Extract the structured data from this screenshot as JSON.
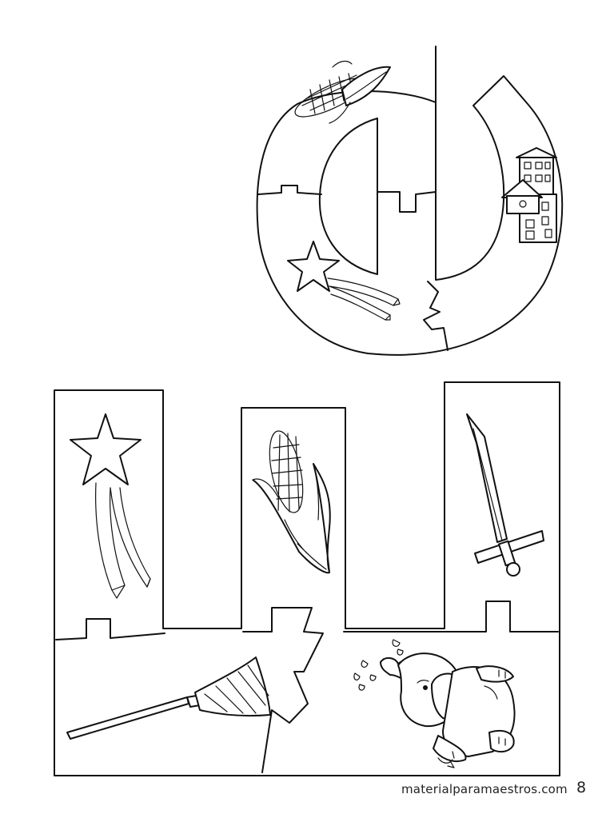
{
  "letters": {
    "lowercase": "a",
    "uppercase": "M"
  },
  "icons": {
    "letter_a": [
      "corn-icon",
      "house-icon",
      "shooting-star-icon"
    ],
    "letter_m": [
      "shooting-star-icon",
      "corn-icon",
      "sword-icon",
      "broom-icon",
      "elephant-icon"
    ]
  },
  "footer": {
    "site": "materialparamaestros.com",
    "page_number": "8"
  },
  "colors": {
    "ink": "#111111",
    "paper": "#ffffff"
  }
}
